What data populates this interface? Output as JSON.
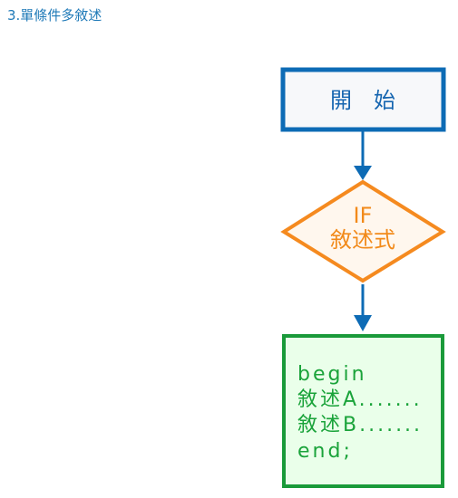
{
  "heading": "3.單條件多敘述",
  "flowchart": {
    "start": {
      "label": "開　始",
      "stroke": "#0d6bb5",
      "fill": "#f7f8fa",
      "text_color": "#1565b0"
    },
    "condition": {
      "line1": "IF",
      "line2": "敘述式",
      "stroke": "#f58a1f",
      "fill": "#fff7ee",
      "text_color": "#f28a1a"
    },
    "block": {
      "lines": [
        "begin",
        "敘述A.......",
        "敘述B.......",
        "end;"
      ],
      "stroke": "#1a9a3a",
      "fill": "#eaffea",
      "text_color": "#1aa33a"
    },
    "arrow_color": "#0d6bb5"
  }
}
